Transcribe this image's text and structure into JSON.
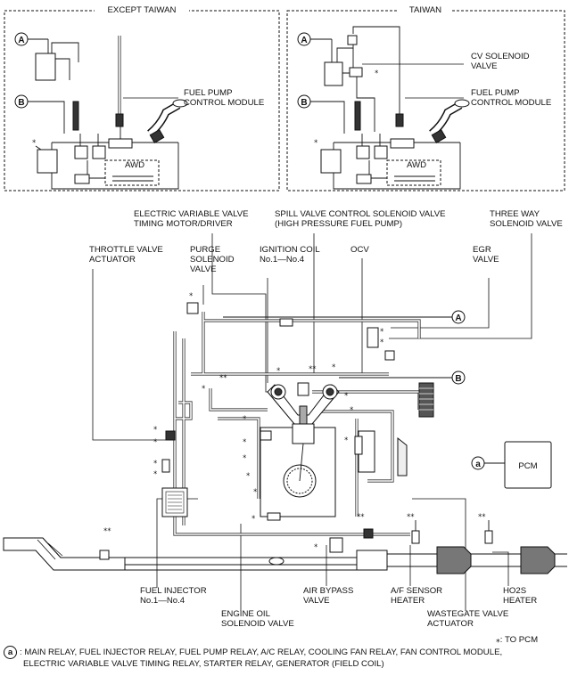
{
  "panels": {
    "left_title": "EXCEPT TAIWAN",
    "right_title": "TAIWAN",
    "fuel_pump_module": "FUEL PUMP\nCONTROL MODULE",
    "cv_solenoid": "CV SOLENOID\nVALVE",
    "awd": "AWD",
    "marker_a": "A",
    "marker_b": "B"
  },
  "labels": {
    "evvt": "ELECTRIC VARIABLE VALVE\nTIMING MOTOR/DRIVER",
    "spill": "SPILL VALVE CONTROL SOLENOID VALVE\n(HIGH PRESSURE FUEL PUMP)",
    "three_way": "THREE WAY\nSOLENOID VALVE",
    "throttle": "THROTTLE VALVE\nACTUATOR",
    "purge": "PURGE\nSOLENOID\nVALVE",
    "ignition": "IGNITION COIL\nNo.1—No.4",
    "ocv": "OCV",
    "egr": "EGR\nVALVE",
    "pcm": "PCM",
    "fuel_injector": "FUEL INJECTOR\nNo.1—No.4",
    "air_bypass": "AIR BYPASS\nVALVE",
    "engine_oil": "ENGINE OIL\nSOLENOID VALVE",
    "af_sensor": "A/F SENSOR\nHEATER",
    "ho2s": "HO2S\nHEATER",
    "wastegate": "WASTEGATE VALVE\nACTUATOR",
    "marker_a_lower": "a"
  },
  "footer": {
    "badge": "a",
    "line1": ": MAIN RELAY, FUEL INJECTOR RELAY, FUEL PUMP RELAY, A/C RELAY, COOLING FAN RELAY, FAN CONTROL MODULE,",
    "line2": "ELECTRIC VARIABLE VALVE TIMING RELAY, STARTER RELAY, GENERATOR (FIELD COIL)",
    "note": "⁎: TO PCM"
  },
  "symbols": {
    "asterisk": "⁎",
    "double_asterisk": "⁎⁎"
  }
}
